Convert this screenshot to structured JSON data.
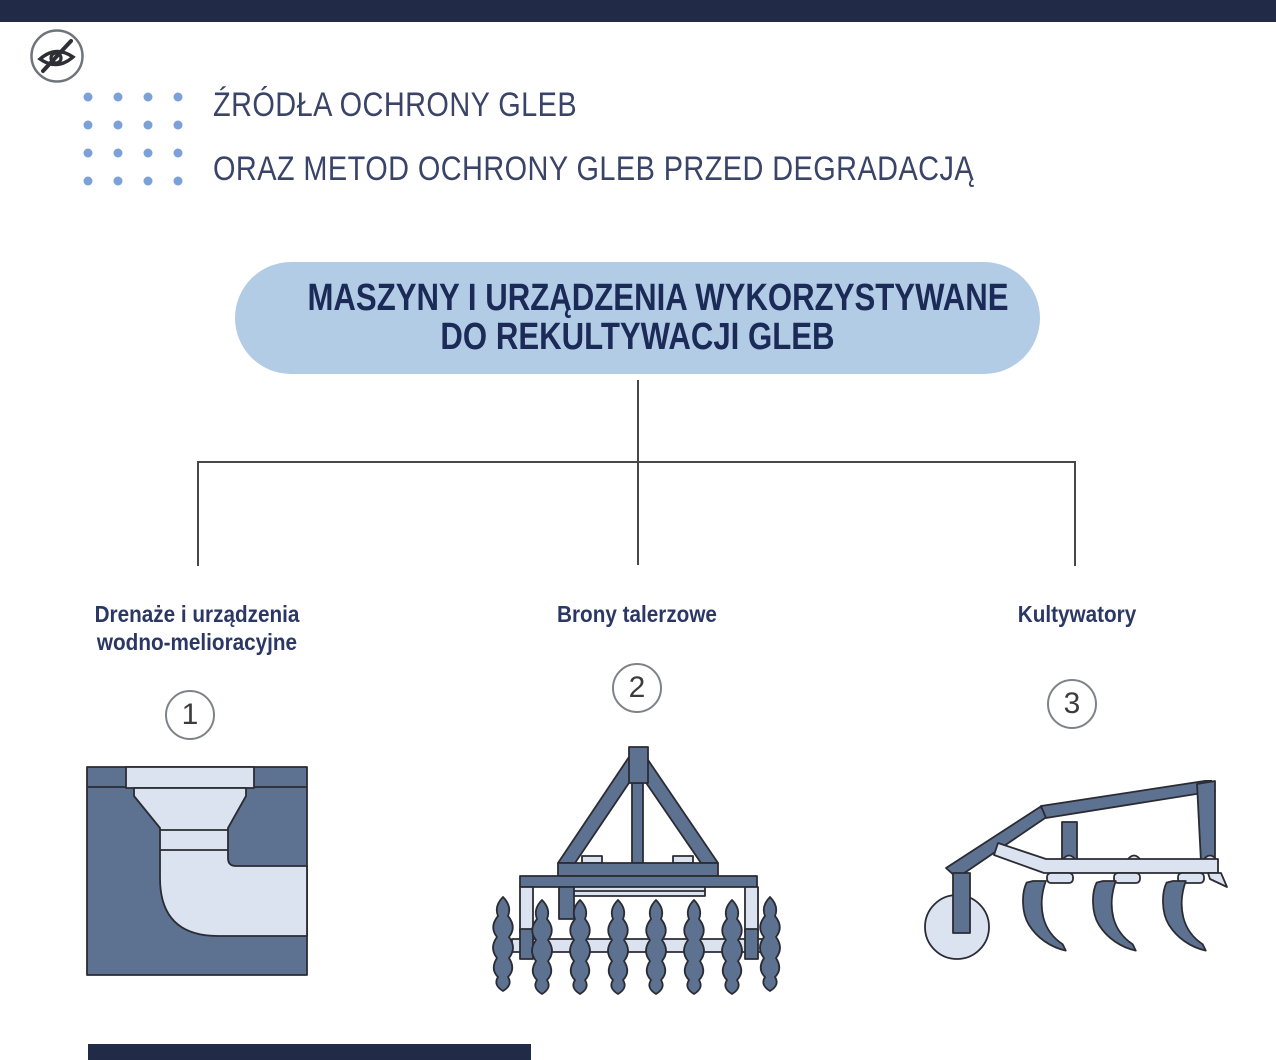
{
  "header": {
    "visibility_icon": "eye-slash-icon",
    "title_line1": "ŹRÓDŁA OCHRONY GLEB",
    "title_line2": "ORAZ METOD OCHRONY GLEB PRZED DEGRADACJĄ"
  },
  "root_box": {
    "line1": "MASZYNY I URZĄDZENIA WYKORZYSTYWANE",
    "line2": "DO REKULTYWACJI GLEB"
  },
  "items": [
    {
      "number": "1",
      "label": [
        "Drenaże i urządzenia",
        "wodno-melioracyjne"
      ],
      "illustration": "drainage-pipe-cross-section-icon"
    },
    {
      "number": "2",
      "label": [
        "Brony talerzowe"
      ],
      "illustration": "disc-harrow-icon"
    },
    {
      "number": "3",
      "label": [
        "Kultywatory"
      ],
      "illustration": "cultivator-icon"
    }
  ],
  "colors": {
    "top_bar": "#212b48",
    "root_box_fill": "#b3cce6",
    "navy_text": "#1c2a58",
    "label_text": "#2b3866",
    "title_text": "#3a4468",
    "slate_fill": "#5d7191",
    "light_fill": "#dbe3f1",
    "outline": "#2b2b33",
    "dot_blue": "#7ba1d8",
    "connector": "#484848"
  }
}
